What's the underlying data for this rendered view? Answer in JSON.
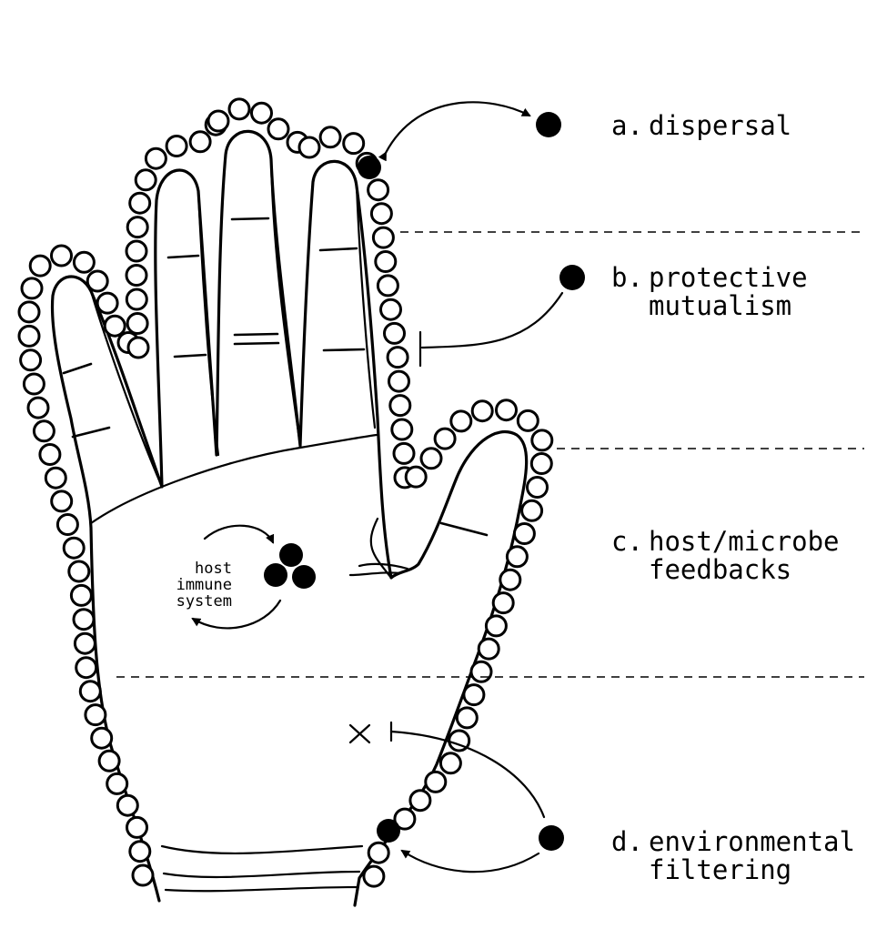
{
  "labels": {
    "a_letter": "a.",
    "a_line1": "dispersal",
    "b_letter": "b.",
    "b_line1": "protective",
    "b_line2": "mutualism",
    "c_letter": "c.",
    "c_line1": "host/microbe",
    "c_line2": "feedbacks",
    "d_letter": "d.",
    "d_line1": "environmental",
    "d_line2": "filtering"
  },
  "immune": {
    "line1": "host",
    "line2": "immune",
    "line3": "system"
  },
  "colors": {
    "ink": "#000000",
    "background": "#ffffff"
  }
}
